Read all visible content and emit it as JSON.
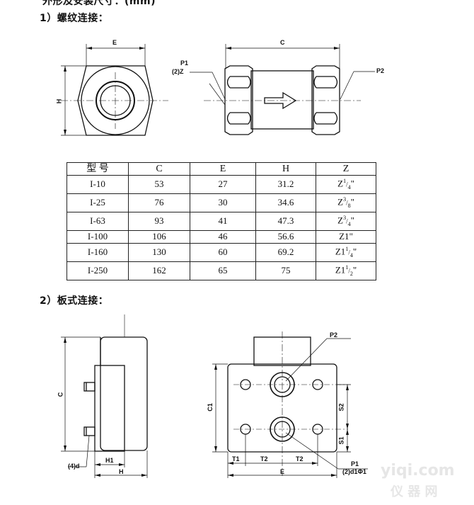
{
  "doc": {
    "top_cut_title": "外形及安装尺寸：(mm)",
    "section1_title": "1）螺纹连接：",
    "section2_title": "2）板式连接："
  },
  "fig1": {
    "front_labels": {
      "E": "E",
      "H": "H"
    },
    "side_labels": {
      "C": "C",
      "P1": "P1",
      "Z2": "(2)Z",
      "P2": "P2"
    }
  },
  "table": {
    "headers": [
      "型 号",
      "C",
      "E",
      "H",
      "Z"
    ],
    "rows": [
      {
        "model": "I-10",
        "C": "53",
        "E": "27",
        "H": "31.2",
        "Z_base": "Z",
        "Z_sup": "1",
        "Z_sub": "4",
        "Z_mark": "\""
      },
      {
        "model": "I-25",
        "C": "76",
        "E": "30",
        "H": "34.6",
        "Z_base": "Z",
        "Z_sup": "3",
        "Z_sub": "8",
        "Z_mark": "\""
      },
      {
        "model": "I-63",
        "C": "93",
        "E": "41",
        "H": "47.3",
        "Z_base": "Z",
        "Z_sup": "3",
        "Z_sub": "4",
        "Z_mark": "\""
      },
      {
        "model": "I-100",
        "C": "106",
        "E": "46",
        "H": "56.6",
        "Z_base": "Z1",
        "Z_sup": "",
        "Z_sub": "",
        "Z_mark": "\""
      },
      {
        "model": "I-160",
        "C": "130",
        "E": "60",
        "H": "69.2",
        "Z_base": "Z1",
        "Z_sup": "1",
        "Z_sub": "4",
        "Z_mark": "\""
      },
      {
        "model": "I-250",
        "C": "162",
        "E": "65",
        "H": "75",
        "Z_base": "Z1",
        "Z_sup": "1",
        "Z_sub": "2",
        "Z_mark": "\""
      }
    ]
  },
  "fig2": {
    "left_labels": {
      "C": "C",
      "d4": "(4)d",
      "H1": "H1",
      "H": "H"
    },
    "right_labels": {
      "P2": "P2",
      "C1": "C1",
      "S2": "S2",
      "S1": "S1",
      "P1": "P1",
      "d1": "(2)d1Φ1",
      "T1": "T1",
      "T2a": "T2",
      "T2b": "T2",
      "E": "E"
    }
  },
  "watermark": {
    "line1": "yiqi.com",
    "line2": "仪 器 网"
  }
}
